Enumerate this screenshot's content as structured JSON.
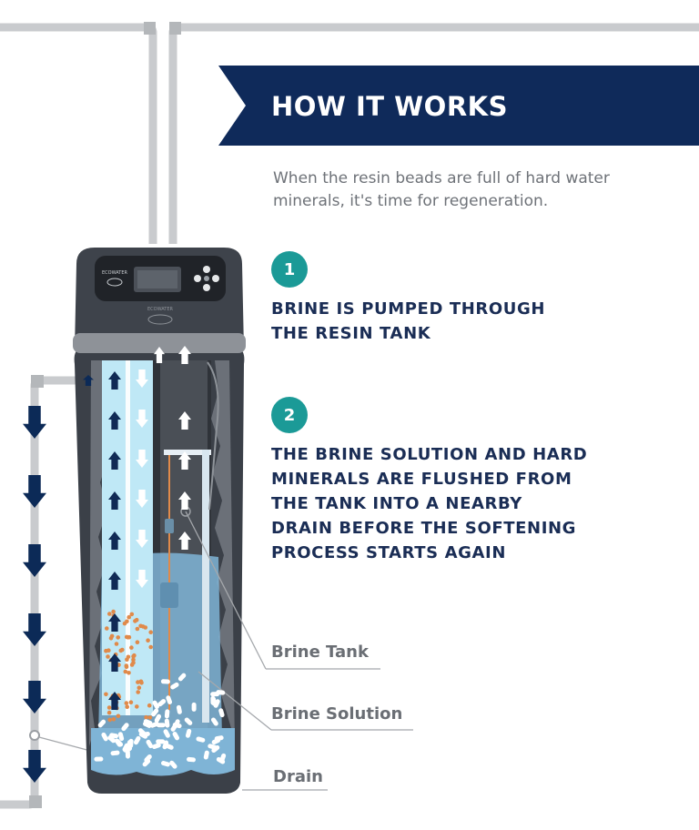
{
  "banner": {
    "title": "HOW IT WORKS"
  },
  "intro": "When the resin beads are full of hard water minerals, it's time for regeneration.",
  "steps": [
    {
      "number": "1",
      "text": "BRINE IS PUMPED THROUGH\nTHE RESIN TANK"
    },
    {
      "number": "2",
      "text": "THE BRINE SOLUTION AND HARD\nMINERALS ARE FLUSHED FROM\nTHE TANK INTO A NEARBY\nDRAIN BEFORE THE SOFTENING\nPROCESS STARTS AGAIN"
    }
  ],
  "callouts": {
    "brine_tank": "Brine Tank",
    "brine_solution": "Brine Solution",
    "drain": "Drain"
  },
  "device": {
    "brand_small": "ECOWATER",
    "brand_panel": "ECOWATER"
  },
  "colors": {
    "navy": "#0f2a5a",
    "teal": "#1b9a97",
    "pipe": "#c9cbce",
    "cabinet": "#3b4048",
    "resin_fill": "#bfe8f6",
    "brine": "#7fb4d6",
    "mineral_dot": "#e08a4a",
    "drain_arrow": "#0c2a57"
  },
  "icons": [
    "up-arrow-icon",
    "down-arrow-icon",
    "dpad-icon",
    "logo-icon"
  ]
}
